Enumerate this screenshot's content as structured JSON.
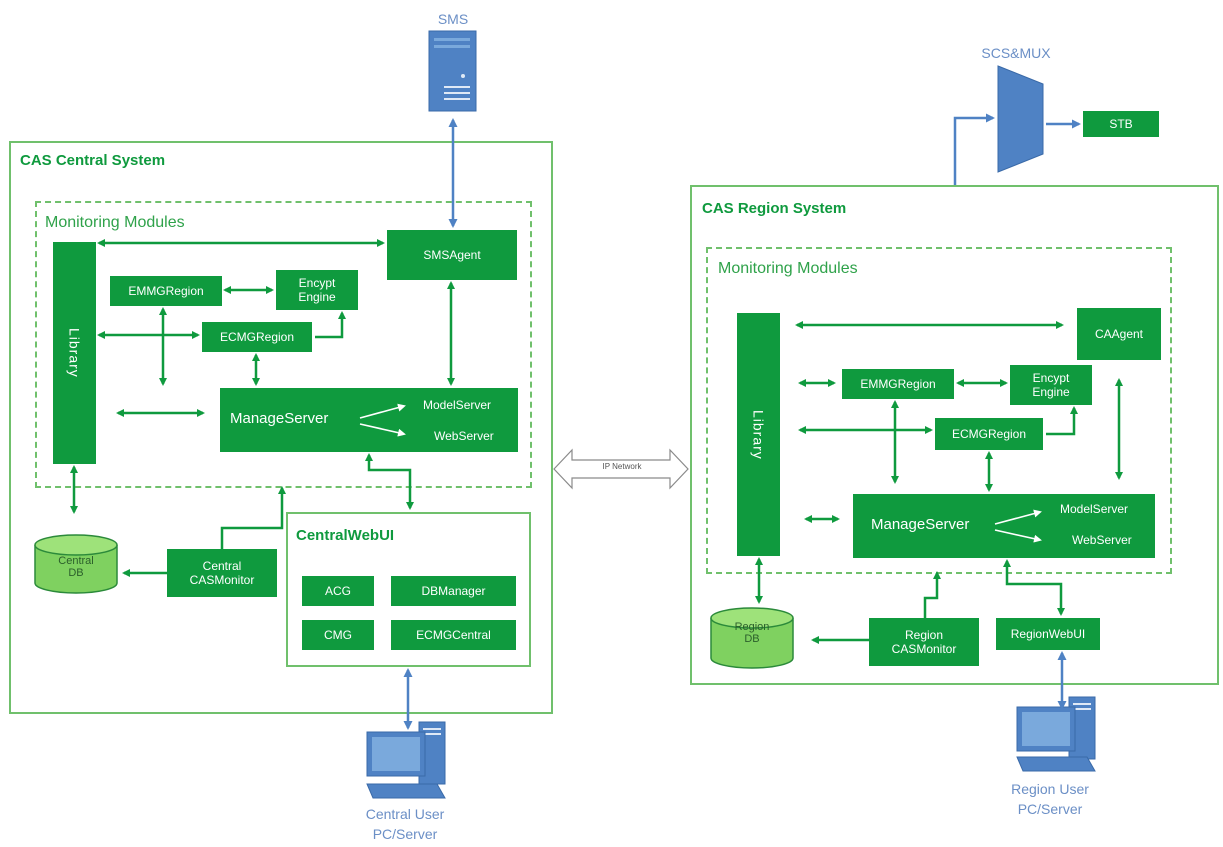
{
  "colors": {
    "green": "#0f9a3e",
    "light_green": "#70c06c",
    "db_green": "#7fd160",
    "blue": "#4f82c4",
    "blue_light": "#7aa9dc"
  },
  "external": {
    "sms": "SMS",
    "scs_mux": "SCS&MUX",
    "stb": "STB",
    "ip_network": "IP Network",
    "central_user": [
      "Central User",
      "PC/Server"
    ],
    "region_user": [
      "Region User",
      "PC/Server"
    ]
  },
  "central": {
    "title": "CAS Central System",
    "monitoring_title": "Monitoring Modules",
    "library": "Library",
    "smsagent": "SMSAgent",
    "emmgregion": "EMMGRegion",
    "encrypt_engine": [
      "Encypt",
      "Engine"
    ],
    "ecmgregion": "ECMGRegion",
    "manageserver": "ManageServer",
    "modelserver": "ModelServer",
    "webserver": "WebServer",
    "db": [
      "Central",
      "DB"
    ],
    "casmonitor": [
      "Central",
      "CASMonitor"
    ],
    "webui": {
      "title": "CentralWebUI",
      "acg": "ACG",
      "dbmanager": "DBManager",
      "cmg": "CMG",
      "ecmgcentral": "ECMGCentral"
    }
  },
  "region": {
    "title": "CAS Region System",
    "monitoring_title": "Monitoring Modules",
    "library": "Library",
    "caagent": "CAAgent",
    "emmgregion": "EMMGRegion",
    "encrypt_engine": [
      "Encypt",
      "Engine"
    ],
    "ecmgregion": "ECMGRegion",
    "manageserver": "ManageServer",
    "modelserver": "ModelServer",
    "webserver": "WebServer",
    "db": [
      "Region",
      "DB"
    ],
    "casmonitor": [
      "Region",
      "CASMonitor"
    ],
    "webui": "RegionWebUI"
  }
}
